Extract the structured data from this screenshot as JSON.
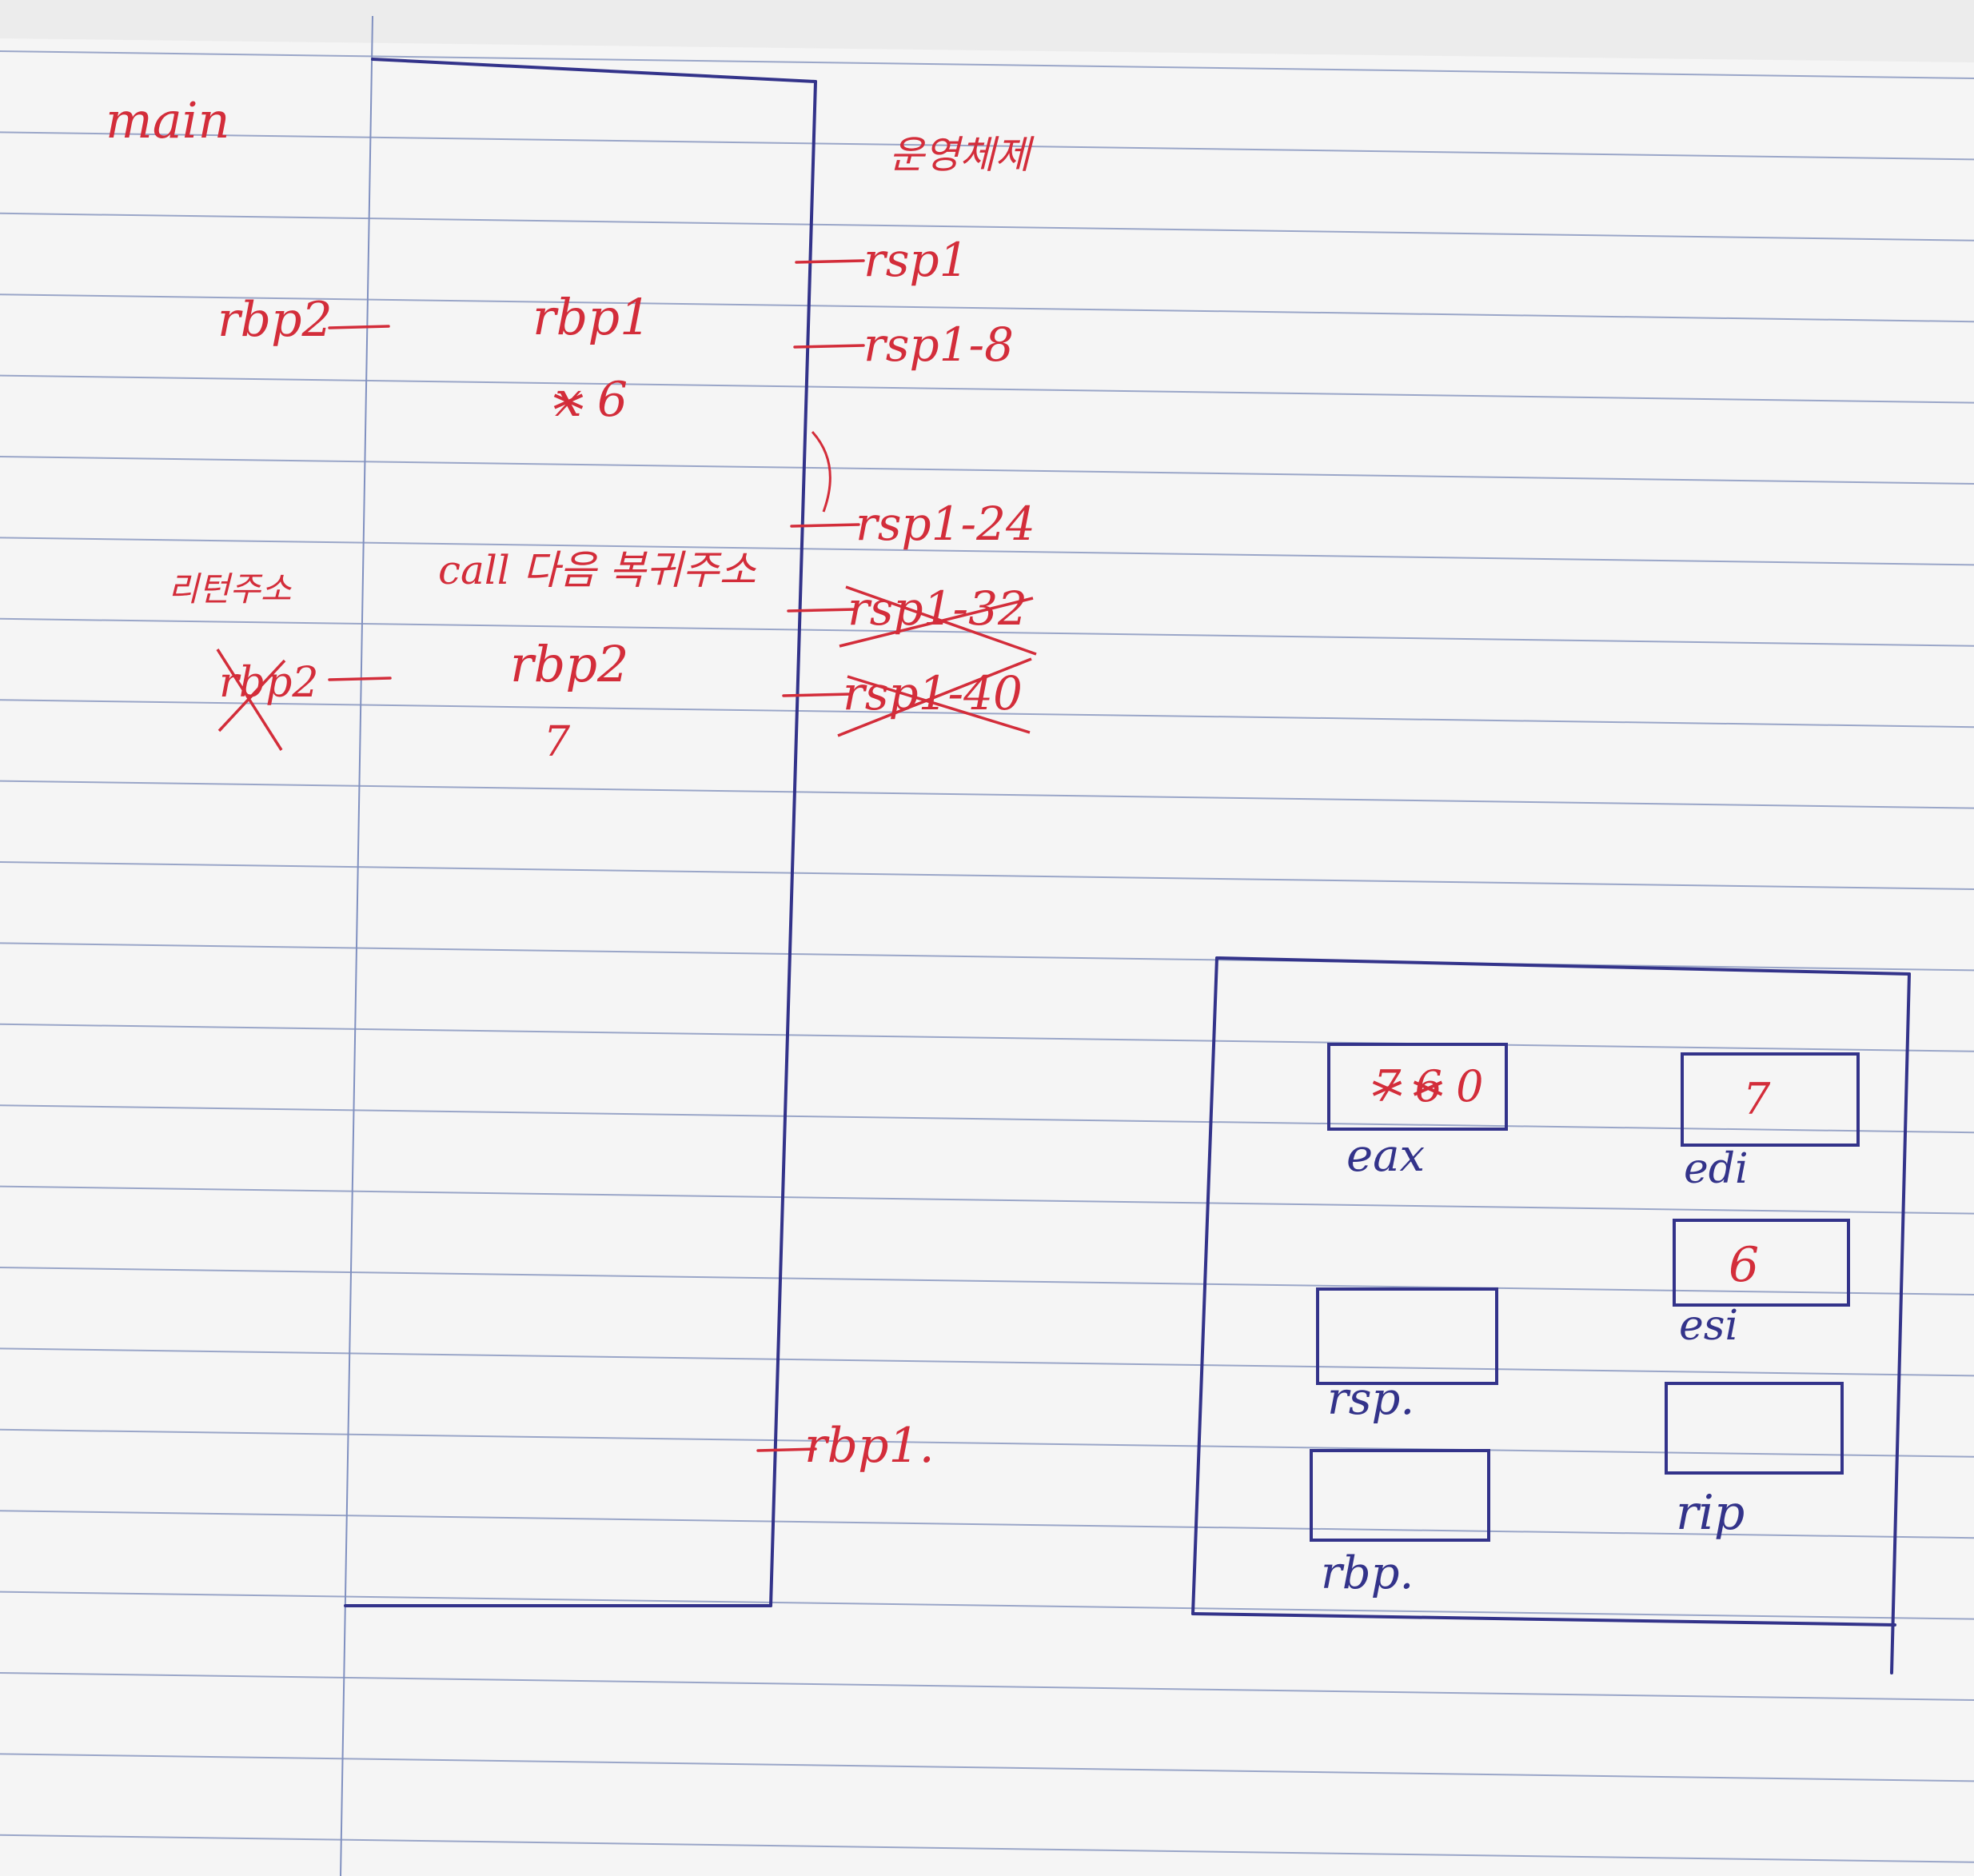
{
  "frame_label": "main",
  "header_label": "운영체제",
  "left_markers": {
    "rbp2": "rbp2",
    "return_note": "리턴주소",
    "rbp_crossed": "rbp2"
  },
  "stack": {
    "rbp1": "rbp1",
    "crossed_value": "x",
    "value_1": "6",
    "return_address": "call 다음 복귀주소",
    "rbp2": "rbp2",
    "value_2": "7"
  },
  "right_markers": {
    "rsp1": "rsp1",
    "rsp1_8": "rsp1-8",
    "rsp1_24": "rsp1-24",
    "rsp1_32": "rsp1-32",
    "rsp1_40": "rsp1-40",
    "rbp1": "rbp1."
  },
  "registers": {
    "eax": {
      "label": "eax",
      "crossed_1": "7",
      "crossed_2": "6",
      "value": "0"
    },
    "edi": {
      "label": "edi",
      "value": "7"
    },
    "esi": {
      "label": "esi",
      "value": "6"
    },
    "rsp": {
      "label": "rsp.",
      "value": ""
    },
    "rip": {
      "label": "rip",
      "value": ""
    },
    "rbp": {
      "label": "rbp.",
      "value": ""
    }
  },
  "colors": {
    "paper": "#f5f5f5",
    "rule_line": "#9aa6c8",
    "margin_line": "#8090c0",
    "pen_red": "#d32d3a",
    "pen_blue": "#33338a"
  }
}
